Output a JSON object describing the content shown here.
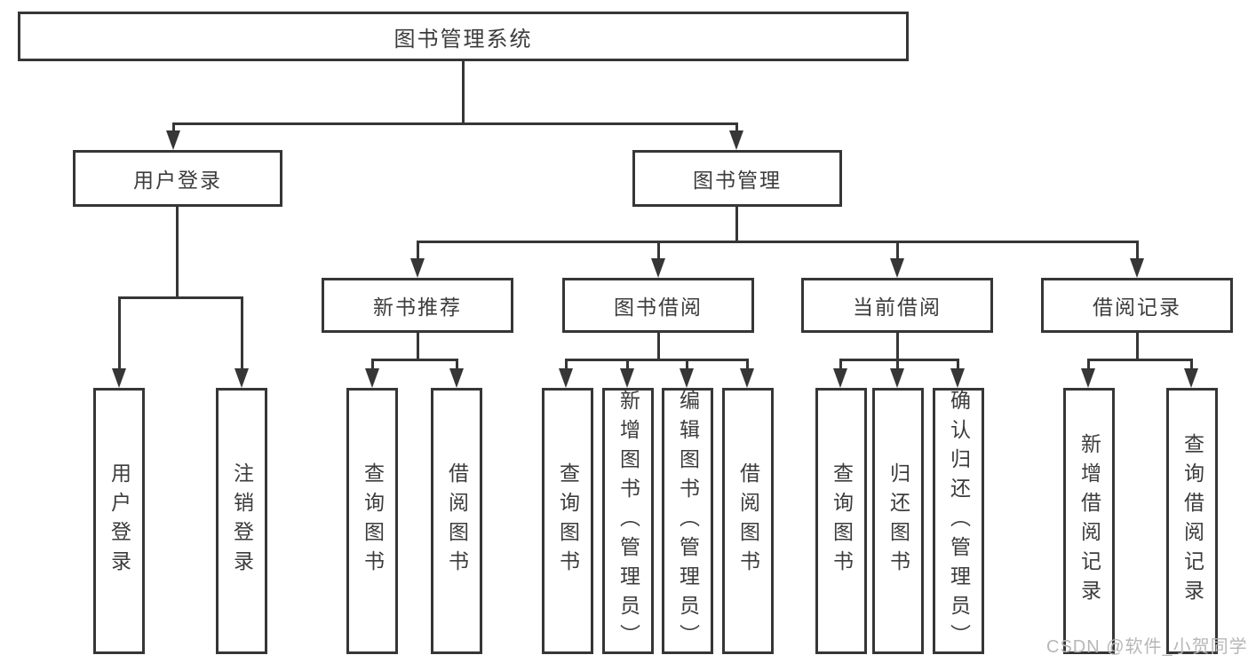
{
  "diagram": {
    "title": "图书管理系统",
    "branches": [
      {
        "label": "用户登录",
        "children": [
          {
            "label": "用户登录"
          },
          {
            "label": "注销登录"
          }
        ]
      },
      {
        "label": "图书管理",
        "children": [
          {
            "label": "新书推荐",
            "children": [
              {
                "label": "查询图书"
              },
              {
                "label": "借阅图书"
              }
            ]
          },
          {
            "label": "图书借阅",
            "children": [
              {
                "label": "查询图书"
              },
              {
                "label": "新增图书（管理员）"
              },
              {
                "label": "编辑图书（管理员）"
              },
              {
                "label": "借阅图书"
              }
            ]
          },
          {
            "label": "当前借阅",
            "children": [
              {
                "label": "查询图书"
              },
              {
                "label": "归还图书"
              },
              {
                "label": "确认归还（管理员）"
              }
            ]
          },
          {
            "label": "借阅记录",
            "children": [
              {
                "label": "新增借阅记录"
              },
              {
                "label": "查询借阅记录"
              }
            ]
          }
        ]
      }
    ]
  },
  "watermark": "CSDN @软件_小贺同学",
  "colors": {
    "line": "#363636",
    "text": "#3c3c3c",
    "box_background": "#ffffff",
    "page_background": "#ffffff",
    "watermark_text": "#b7b7b7"
  }
}
